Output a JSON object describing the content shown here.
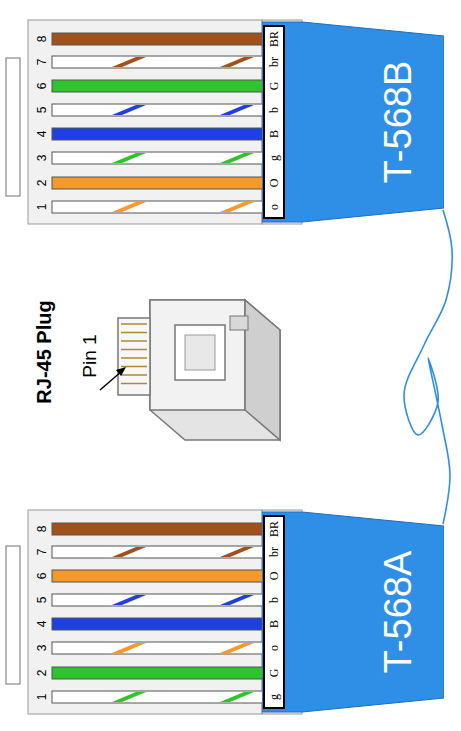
{
  "diagram": {
    "nodes": [
      {
        "text": [
          "T-568B"
        ]
      },
      {
        "text": [
          "T-568A"
        ]
      }
    ],
    "edges": [
      {
        "from": 0,
        "to": 1,
        "arrow": "none"
      }
    ],
    "labels": [
      "1",
      "2",
      "3",
      "4",
      "5",
      "6",
      "7",
      "8",
      "o",
      "O",
      "g",
      "B",
      "b",
      "G",
      "br",
      "BR",
      "RJ-45 Plug",
      "Pin 1",
      "1",
      "2",
      "3",
      "4",
      "5",
      "6",
      "7",
      "8",
      "g",
      "G",
      "o",
      "B",
      "b",
      "O",
      "br",
      "BR"
    ]
  }
}
